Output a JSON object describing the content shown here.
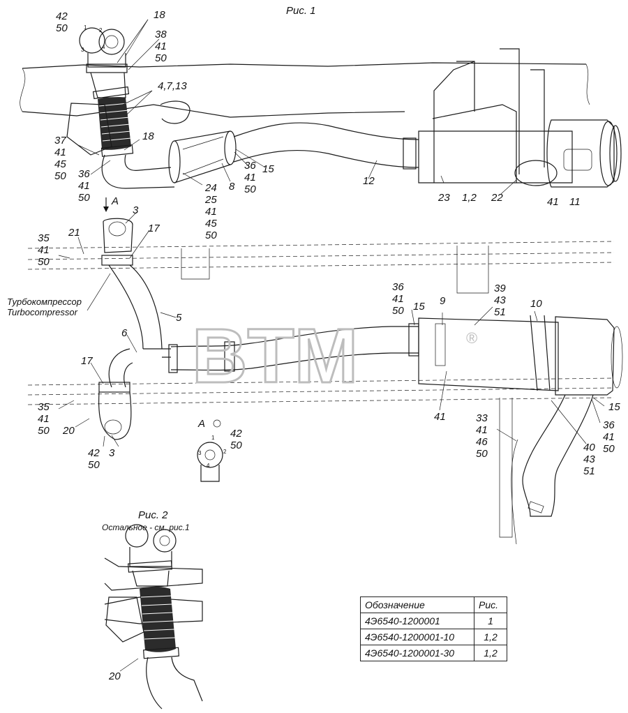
{
  "figures": {
    "fig1_title": "Рис. 1",
    "fig2_title": "Рис. 2",
    "fig2_note": "Остальное - см. рис.1",
    "view_a_arrow": "А",
    "view_a_label": "А"
  },
  "component_label": {
    "ru": "Турбокомпрессор",
    "en": "Turbocompressor"
  },
  "watermark": {
    "text": "BTM",
    "mark": "®"
  },
  "fig1_top_callouts": [
    {
      "id": "c-42-50-a",
      "lines": [
        "42",
        "50"
      ]
    },
    {
      "id": "c-18-a",
      "lines": [
        "18"
      ]
    },
    {
      "id": "c-38-41-50",
      "lines": [
        "38",
        "41",
        "50"
      ]
    },
    {
      "id": "c-4-7-13",
      "lines": [
        "4,7,13"
      ]
    },
    {
      "id": "c-18-b",
      "lines": [
        "18"
      ]
    },
    {
      "id": "c-37-41-45-50",
      "lines": [
        "37",
        "41",
        "45",
        "50"
      ]
    },
    {
      "id": "c-36-41-50-a",
      "lines": [
        "36",
        "41",
        "50"
      ]
    },
    {
      "id": "c-24-25-41-45-50",
      "lines": [
        "24",
        "25",
        "41",
        "45",
        "50"
      ]
    },
    {
      "id": "c-8",
      "lines": [
        "8"
      ]
    },
    {
      "id": "c-36-41-50-b",
      "lines": [
        "36",
        "41",
        "50"
      ]
    },
    {
      "id": "c-15-a",
      "lines": [
        "15"
      ]
    },
    {
      "id": "c-12",
      "lines": [
        "12"
      ]
    },
    {
      "id": "c-23",
      "lines": [
        "23"
      ]
    },
    {
      "id": "c-1-2",
      "lines": [
        "1,2"
      ]
    },
    {
      "id": "c-22",
      "lines": [
        "22"
      ]
    },
    {
      "id": "c-41-a",
      "lines": [
        "41"
      ]
    },
    {
      "id": "c-11",
      "lines": [
        "11"
      ]
    }
  ],
  "fig1_plan_callouts": [
    {
      "id": "c-3-a",
      "lines": [
        "3"
      ]
    },
    {
      "id": "c-21",
      "lines": [
        "21"
      ]
    },
    {
      "id": "c-35-41-50-a",
      "lines": [
        "35",
        "41",
        "50"
      ]
    },
    {
      "id": "c-17-a",
      "lines": [
        "17"
      ]
    },
    {
      "id": "c-5",
      "lines": [
        "5"
      ]
    },
    {
      "id": "c-36-41-50-c",
      "lines": [
        "36",
        "41",
        "50"
      ]
    },
    {
      "id": "c-15-b",
      "lines": [
        "15"
      ]
    },
    {
      "id": "c-9",
      "lines": [
        "9"
      ]
    },
    {
      "id": "c-39-43-51",
      "lines": [
        "39",
        "43",
        "51"
      ]
    },
    {
      "id": "c-10",
      "lines": [
        "10"
      ]
    },
    {
      "id": "c-6",
      "lines": [
        "6"
      ]
    },
    {
      "id": "c-17-b",
      "lines": [
        "17"
      ]
    },
    {
      "id": "c-35-41-50-b",
      "lines": [
        "35",
        "41",
        "50"
      ]
    },
    {
      "id": "c-20-a",
      "lines": [
        "20"
      ]
    },
    {
      "id": "c-42-50-b",
      "lines": [
        "42",
        "50"
      ]
    },
    {
      "id": "c-3-b",
      "lines": [
        "3"
      ]
    },
    {
      "id": "c-42-50-c",
      "lines": [
        "42",
        "50"
      ]
    },
    {
      "id": "c-41-b",
      "lines": [
        "41"
      ]
    },
    {
      "id": "c-33-41-46-50",
      "lines": [
        "33",
        "41",
        "46",
        "50"
      ]
    },
    {
      "id": "c-15-c",
      "lines": [
        "15"
      ]
    },
    {
      "id": "c-36-41-50-d",
      "lines": [
        "36",
        "41",
        "50"
      ]
    },
    {
      "id": "c-40-43-51",
      "lines": [
        "40",
        "43",
        "51"
      ]
    }
  ],
  "fig2_callouts": [
    {
      "id": "c-20-b",
      "lines": [
        "20"
      ]
    }
  ],
  "flange_numbers": [
    "1",
    "2",
    "3",
    "4"
  ],
  "spec_table": {
    "headers": [
      "Обозначение",
      "Рис."
    ],
    "rows": [
      [
        "4Э6540-1200001",
        "1"
      ],
      [
        "4Э6540-1200001-10",
        "1,2"
      ],
      [
        "4Э6540-1200001-30",
        "1,2"
      ]
    ]
  }
}
